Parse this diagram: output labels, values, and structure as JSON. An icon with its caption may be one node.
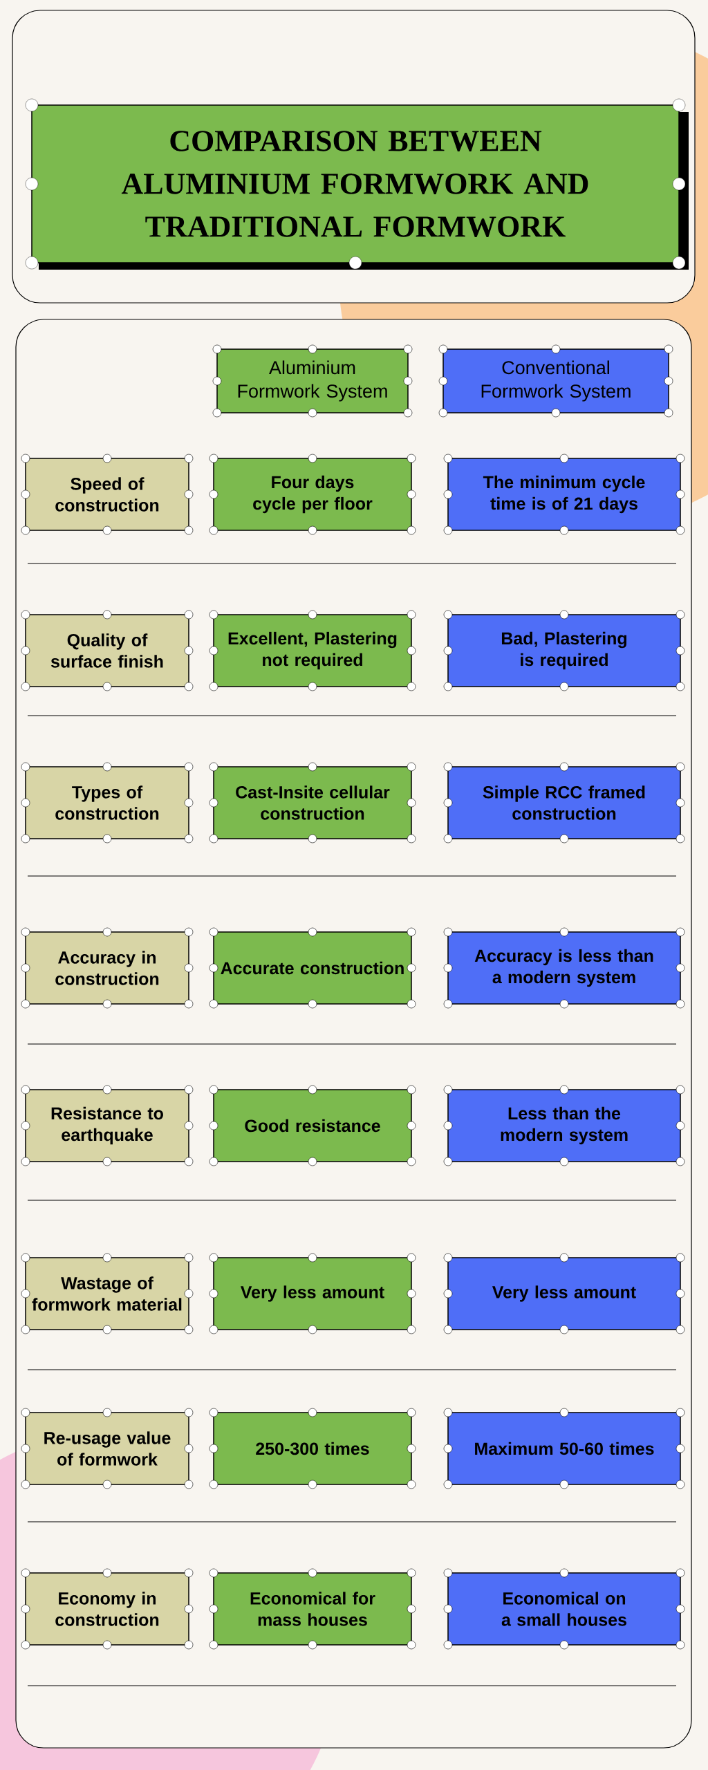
{
  "diagram": {
    "title": "COMPARISON BETWEEN ALUMINIUM FORMWORK AND TRADITIONAL FORMWORK",
    "nodes": [
      {
        "text": [
          "Aluminium Formwork System"
        ]
      },
      {
        "text": [
          "Conventional Formwork System"
        ]
      },
      {
        "text": [
          "Speed of construction"
        ]
      },
      {
        "text": [
          "Four days cycle per floor"
        ]
      },
      {
        "text": [
          "The minimum cycle time is of 21 days"
        ]
      },
      {
        "text": [
          "Quality of surface finish"
        ]
      },
      {
        "text": [
          "Excellent, Plastering not required"
        ]
      },
      {
        "text": [
          "Bad, Plastering is required"
        ]
      },
      {
        "text": [
          "Types of construction"
        ]
      },
      {
        "text": [
          "Cast-Insite cellular construction"
        ]
      },
      {
        "text": [
          "Simple RCC framed construction"
        ]
      },
      {
        "text": [
          "Accuracy in construction"
        ]
      },
      {
        "text": [
          "Accurate construction"
        ]
      },
      {
        "text": [
          "Accuracy is less than a modern system"
        ]
      },
      {
        "text": [
          "Resistance to earthquake"
        ]
      },
      {
        "text": [
          "Good resistance"
        ]
      },
      {
        "text": [
          "Less than the modern system"
        ]
      },
      {
        "text": [
          "Wastage of formwork material"
        ]
      },
      {
        "text": [
          "Very less amount"
        ]
      },
      {
        "text": [
          "Very less amount"
        ]
      },
      {
        "text": [
          "Re-usage value of formwork"
        ]
      },
      {
        "text": [
          "250-300 times"
        ]
      },
      {
        "text": [
          "Maximum 50-60 times"
        ]
      },
      {
        "text": [
          "Economy in construction"
        ]
      },
      {
        "text": [
          "Economical for mass houses"
        ]
      },
      {
        "text": [
          "Economical on a small houses"
        ]
      }
    ]
  }
}
